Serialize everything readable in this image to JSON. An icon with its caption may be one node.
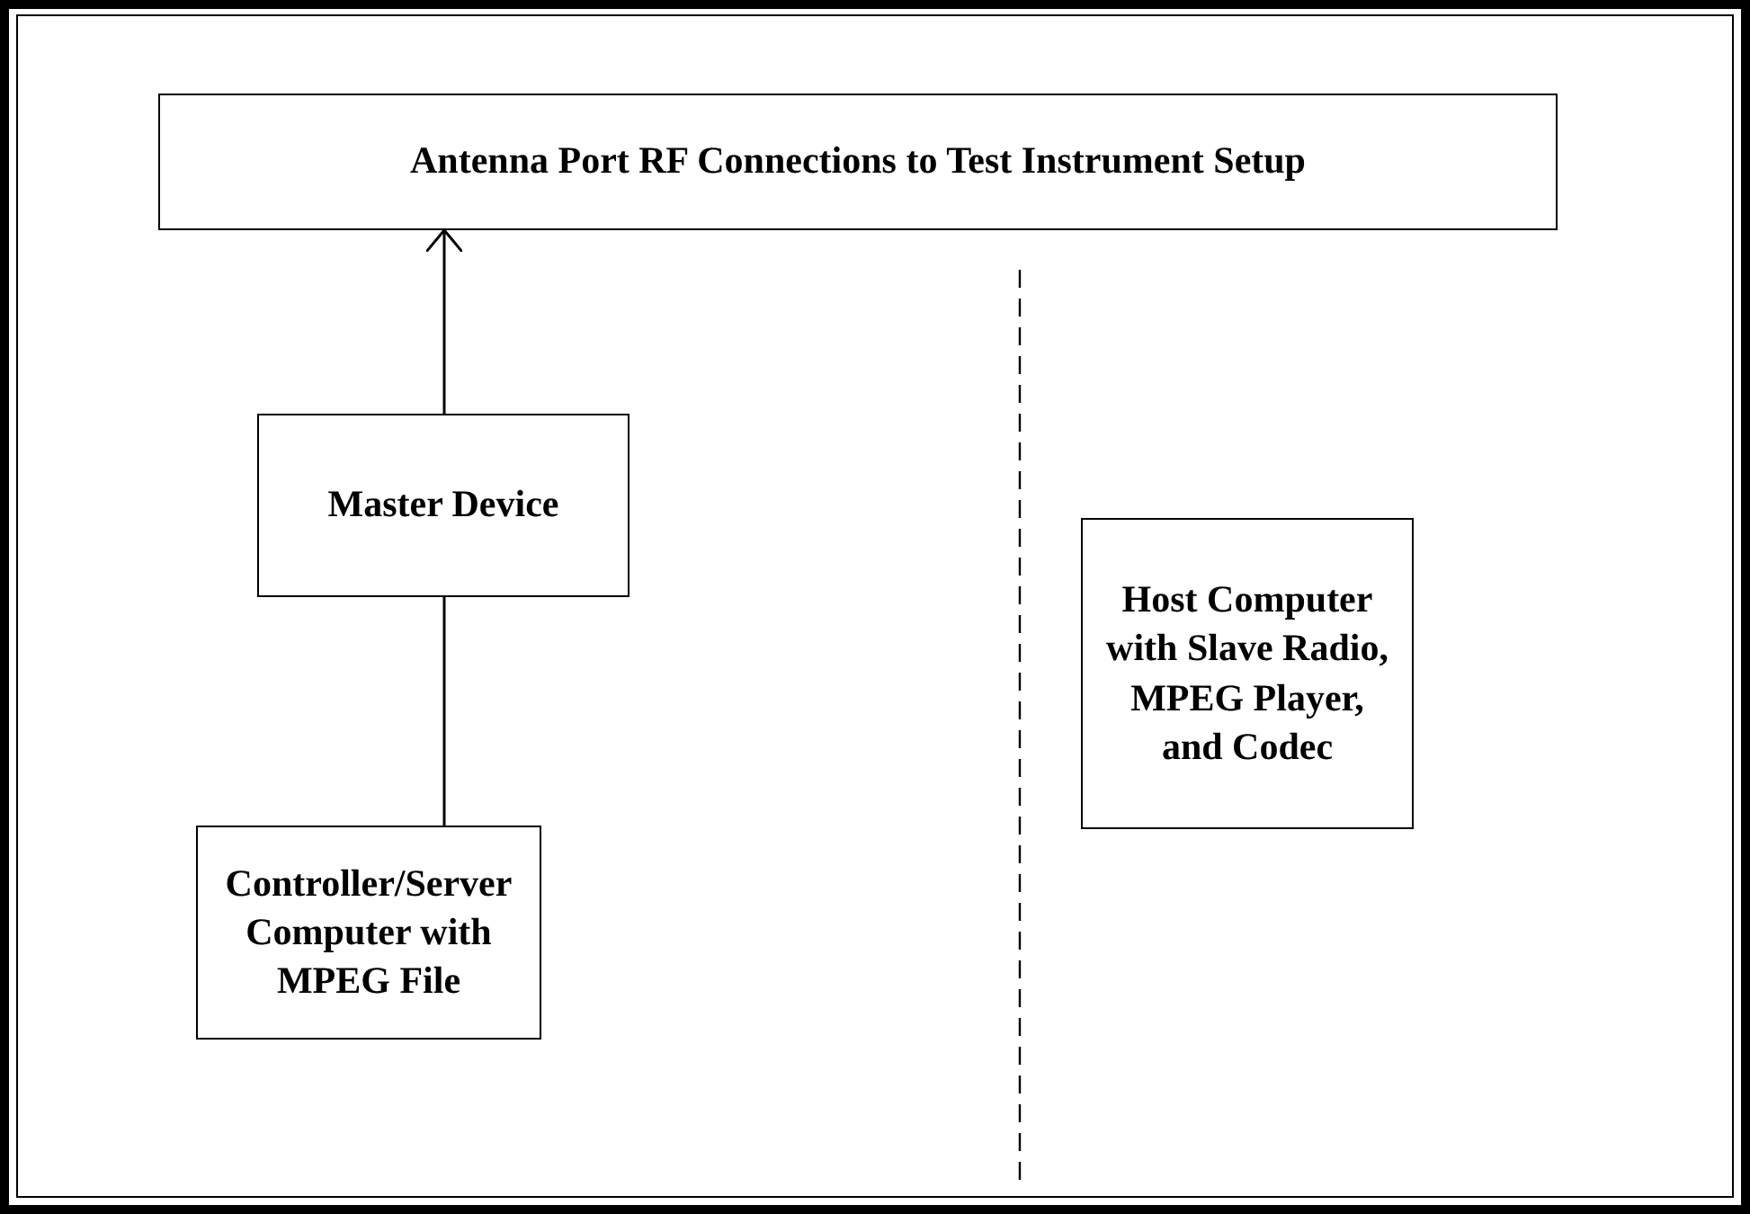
{
  "diagram": {
    "nodes": [
      {
        "text": [
          "Antenna Port RF Connections to Test Instrument Setup"
        ]
      },
      {
        "text": [
          "Master Device"
        ]
      },
      {
        "text": [
          "Controller/Server Computer with MPEG File"
        ]
      },
      {
        "text": [
          "Host Computer with Slave Radio, MPEG Player, and Codec"
        ]
      }
    ],
    "edges": [
      {
        "from": 1,
        "to": 0,
        "arrow": "to"
      },
      {
        "from": 2,
        "to": 1,
        "arrow": "none"
      }
    ]
  }
}
